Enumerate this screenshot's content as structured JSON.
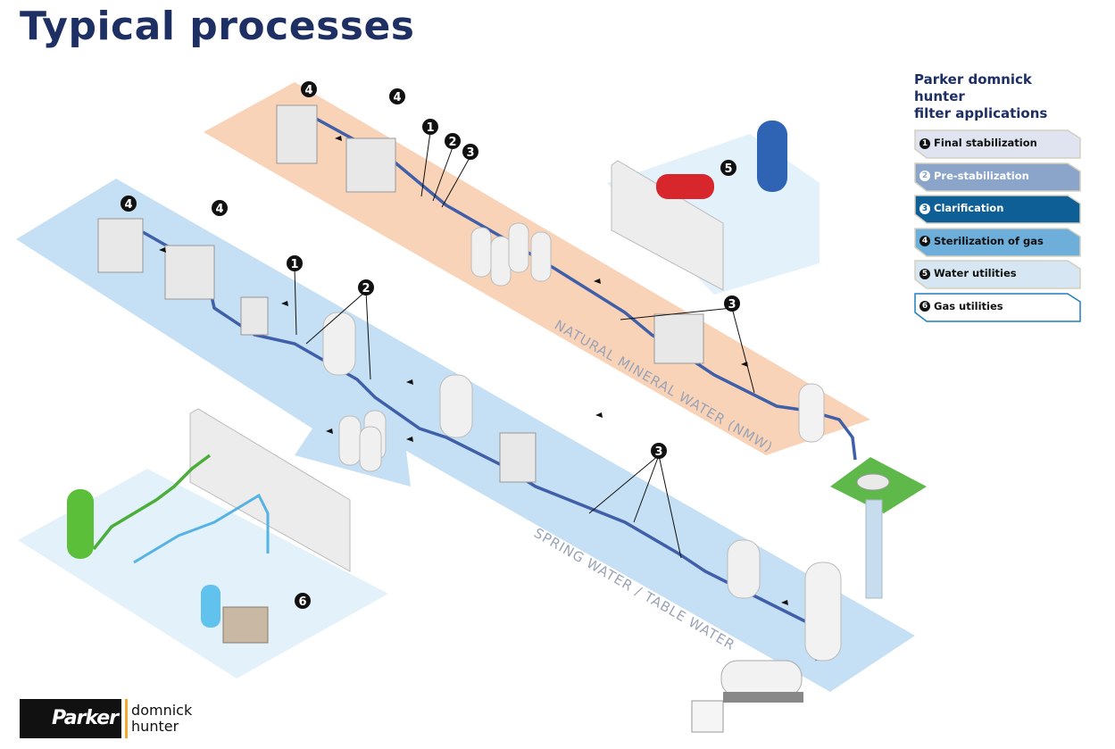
{
  "title": "Typical processes",
  "legend": {
    "heading_line1": "Parker domnick hunter",
    "heading_line2": "filter applications",
    "items": [
      {
        "number": "1",
        "label": "Final stabilization",
        "fill": "#dfe4f0",
        "text_color": "#111111",
        "num_bg": "#111111",
        "num_fg": "#ffffff"
      },
      {
        "number": "2",
        "label": "Pre-stabilization",
        "fill": "#8aa5c9",
        "text_color": "#ffffff",
        "num_bg": "#ffffff",
        "num_fg": "#8aa5c9"
      },
      {
        "number": "3",
        "label": "Clarification",
        "fill": "#0d5f96",
        "text_color": "#ffffff",
        "num_bg": "#ffffff",
        "num_fg": "#0d5f96"
      },
      {
        "number": "4",
        "label": "Sterilization of gas",
        "fill": "#6eaedb",
        "text_color": "#111111",
        "num_bg": "#111111",
        "num_fg": "#ffffff"
      },
      {
        "number": "5",
        "label": "Water utilities",
        "fill": "#d6e7f3",
        "text_color": "#111111",
        "num_bg": "#111111",
        "num_fg": "#ffffff"
      },
      {
        "number": "6",
        "label": "Gas utilities",
        "fill": "#ffffff",
        "text_color": "#111111",
        "num_bg": "#111111",
        "num_fg": "#ffffff",
        "border": "#1f7fc0"
      }
    ]
  },
  "zones": {
    "nmw_label": "NATURAL MINERAL WATER (NMW)",
    "spring_label": "SPRING WATER / TABLE WATER",
    "nmw_color": "#f9d3b8",
    "spring_color": "#c5e0f4",
    "utility_color": "#e3f1fa",
    "grass_color": "#5fb84a"
  },
  "callouts": [
    {
      "number": "4",
      "zone": "nmw"
    },
    {
      "number": "4",
      "zone": "nmw"
    },
    {
      "number": "1",
      "zone": "nmw"
    },
    {
      "number": "2",
      "zone": "nmw"
    },
    {
      "number": "3",
      "zone": "nmw"
    },
    {
      "number": "3",
      "zone": "nmw"
    },
    {
      "number": "5",
      "zone": "water-utilities"
    },
    {
      "number": "4",
      "zone": "spring"
    },
    {
      "number": "4",
      "zone": "spring"
    },
    {
      "number": "1",
      "zone": "spring"
    },
    {
      "number": "2",
      "zone": "spring"
    },
    {
      "number": "3",
      "zone": "spring"
    },
    {
      "number": "6",
      "zone": "gas-utilities"
    }
  ],
  "colors": {
    "pipe_water": "#3f5fa8",
    "pipe_gas_green": "#4cae3a",
    "pipe_air_blue": "#55b3e3",
    "title_navy": "#1e2f63",
    "tank_red": "#d7262c",
    "tank_blue": "#2f64b4",
    "tank_green": "#5bbf3a"
  },
  "logo": {
    "brand": "Parker",
    "sub_line1": "domnick",
    "sub_line2": "hunter"
  }
}
